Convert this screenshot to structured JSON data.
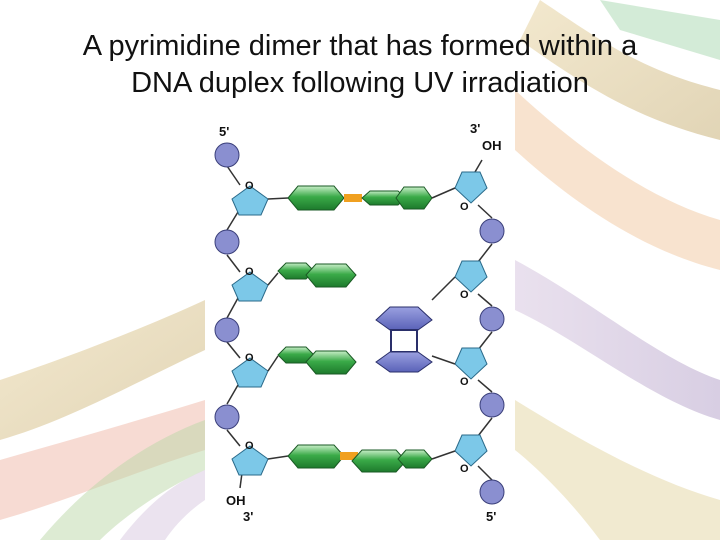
{
  "title": {
    "line1": "A pyrimidine dimer that has formed within a",
    "line2": "DNA duplex following UV irradiation"
  },
  "strand_labels": {
    "left_top": "5'",
    "right_top": "3'",
    "right_top_oh": "OH",
    "left_bottom_oh": "OH",
    "left_bottom": "3'",
    "right_bottom": "5'"
  },
  "sugar_oxygen_label": "O",
  "colors": {
    "phosphate": "#8a8fd0",
    "sugar": "#7cc8e8",
    "base_green": "#2e9a3e",
    "hydrogen_bond": "#f0a020",
    "dimer": "#6a72c8"
  }
}
